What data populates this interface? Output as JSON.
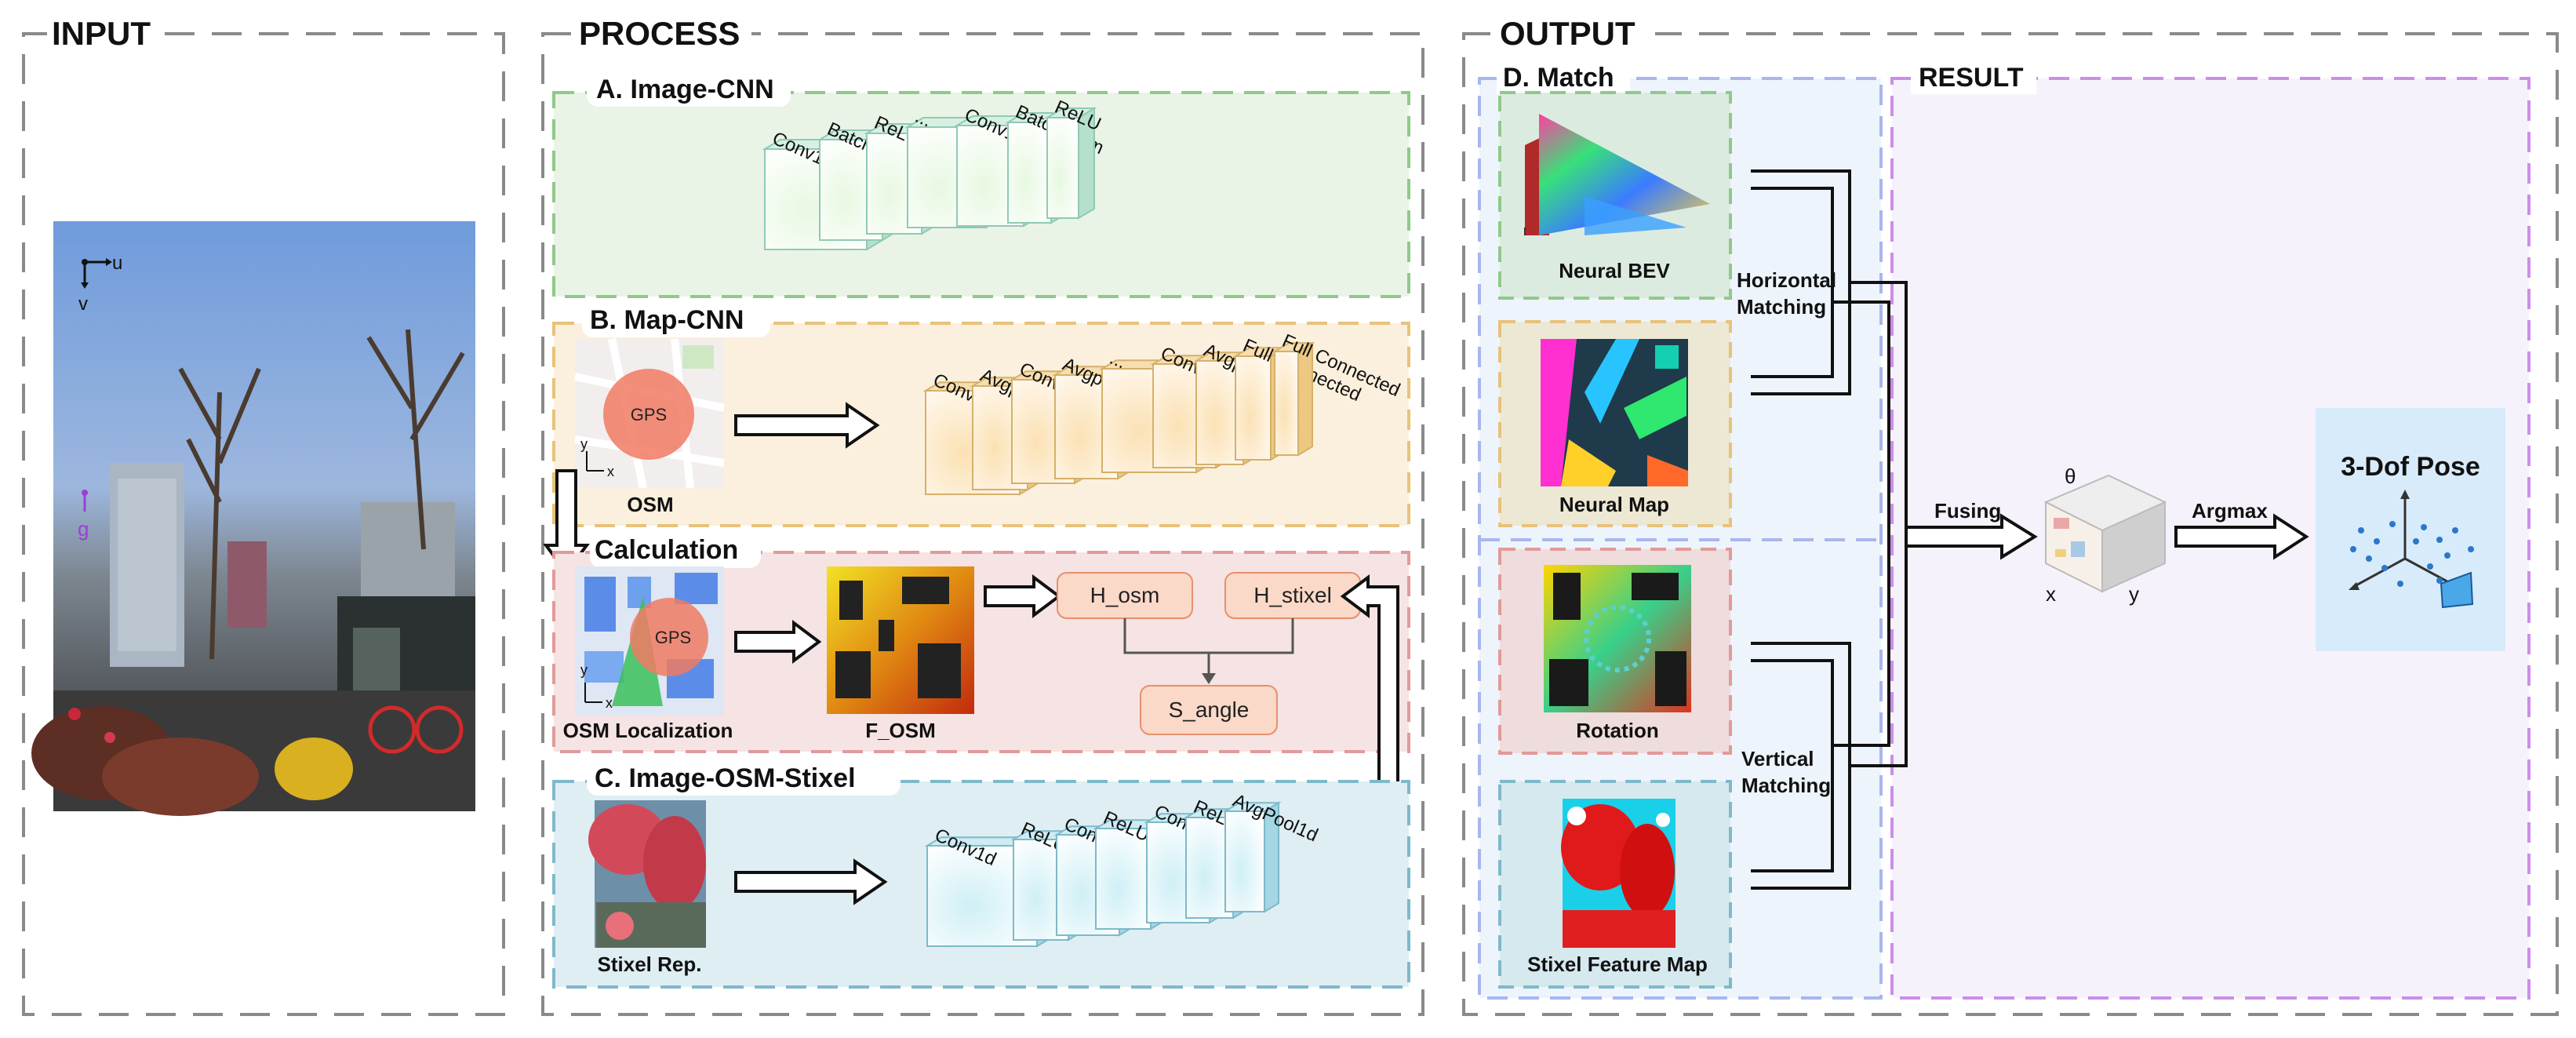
{
  "sections": {
    "input": "INPUT",
    "process": "PROCESS",
    "output": "OUTPUT"
  },
  "panels": {
    "image_cnn": "A. Image-CNN",
    "map_cnn": "B. Map-CNN",
    "calculation": "Calculation",
    "image_osm_stixel": "C. Image-OSM-Stixel",
    "match": "D. Match",
    "result": "RESULT"
  },
  "input_axes": {
    "u": "u",
    "v": "v",
    "g": "g"
  },
  "image_cnn_layers": [
    "Conv1d",
    "BatchNorm",
    "ReLU",
    "...",
    "Conv1d",
    "BatchNorm",
    "ReLU"
  ],
  "map_cnn_layers": [
    "Conv1d",
    "Avgpool",
    "Conv1d",
    "Avgpool",
    "...",
    "Conv1d",
    "Avgpool",
    "Full Connected",
    "Full Connected"
  ],
  "stixel_layers": [
    "Conv1d",
    "ReLU",
    "Conv1d",
    "ReLU",
    "Conv1d",
    "ReLU",
    "AvgPool1d"
  ],
  "labels": {
    "osm": "OSM",
    "gps": "GPS",
    "osm_localization": "OSM Localization",
    "f_osm": "F_OSM",
    "h_osm": "H_osm",
    "h_stixel": "H_stixel",
    "s_angle": "S_angle",
    "stixel_rep": "Stixel Rep.",
    "axis_x": "x",
    "axis_y": "y"
  },
  "match": {
    "neural_bev": "Neural BEV",
    "neural_map": "Neural Map",
    "rotation": "Rotation",
    "stixel_feature_map": "Stixel Feature Map",
    "horizontal_1": "Horizontal",
    "horizontal_2": "Matching",
    "vertical_1": "Vertical",
    "vertical_2": "Matching"
  },
  "result": {
    "fusing": "Fusing",
    "argmax": "Argmax",
    "theta": "θ",
    "x": "x",
    "y": "y",
    "pose": "3-Dof Pose"
  },
  "colors": {
    "dash_gray": "#8a8a8a",
    "green_border": "#8fc98a",
    "green_fill": "#eaf4e6",
    "orange_border": "#e8c27a",
    "orange_fill": "#fbf0dd",
    "red_border": "#e29a9a",
    "red_fill": "#f6e3e3",
    "teal_border": "#7fb9c9",
    "teal_fill": "#deeef3",
    "blue_border": "#a9b6ee",
    "blue_fill": "#eef4fb",
    "purple_border": "#cc8ee8",
    "purple_fill": "#f6f2fc",
    "pose_fill": "#d8ebfa"
  }
}
